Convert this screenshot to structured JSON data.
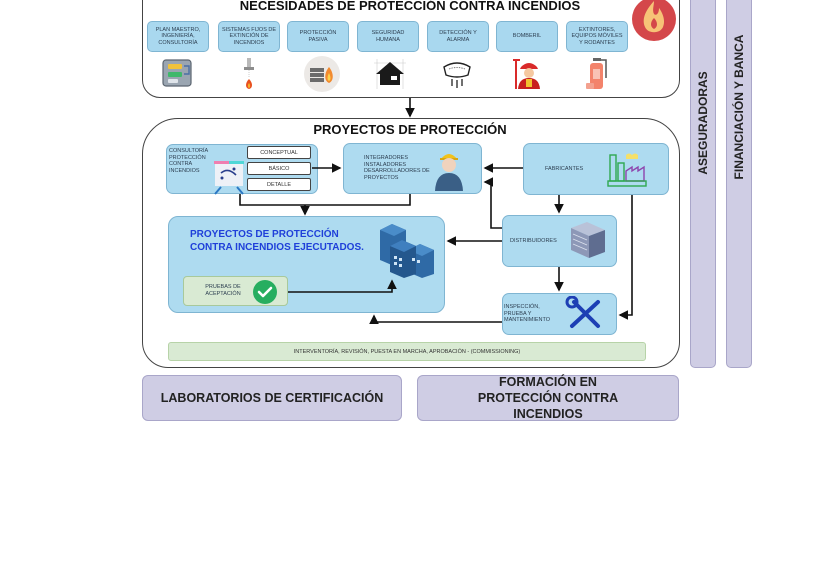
{
  "needs": {
    "title": "NECESIDADES DE PROTECCIÓN CONTRA INCENDIOS",
    "items": [
      {
        "label": "PLAN MAESTRO, INGENIERÍA, CONSULTORÍA",
        "icon": "flowchart-icon"
      },
      {
        "label": "SISTEMAS FIJOS DE EXTINCIÓN DE INCENDIOS",
        "icon": "sprinkler-icon"
      },
      {
        "label": "PROTECCIÓN PASIVA",
        "icon": "firewall-icon"
      },
      {
        "label": "SEGURIDAD HUMANA",
        "icon": "house-icon"
      },
      {
        "label": "DETECCIÓN Y ALARMA",
        "icon": "smoke-detector-icon"
      },
      {
        "label": "BOMBERIL",
        "icon": "firefighter-icon"
      },
      {
        "label": "EXTINTORES, EQUIPOS MÓVILES Y RODANTES",
        "icon": "extinguisher-icon"
      }
    ],
    "badge_icon": "flame-icon"
  },
  "projects": {
    "title": "PROYECTOS DE PROTECCIÓN",
    "consulting": {
      "label": "CONSULTORÍA PROTECCIÓN CONTRA INCENDIOS",
      "stages": [
        "CONCEPTUAL",
        "BÁSICO",
        "DETALLE"
      ]
    },
    "integrators": "INTEGRADORES INSTALADORES DESARROLLADORES DE PROYECTOS",
    "manufacturers": "FABRICANTES",
    "distributors": "DISTRIBUIDORES",
    "inspection": "INSPECCIÓN, PRUEBA Y MANTENIMIENTO",
    "executed": "PROYECTOS DE PROTECCIÓN CONTRA INCENDIOS EJECUTADOS.",
    "acceptance": "PRUEBAS DE ACEPTACIÓN",
    "commissioning": "INTERVENTORÍA, REVISIÓN, PUESTA EN MARCHA, APROBACIÓN - (COMMISSIONING)"
  },
  "bottom": {
    "labs": "LABORATORIOS DE CERTIFICACIÓN",
    "training": "FORMACIÓN EN PROTECCIÓN CONTRA INCENDIOS"
  },
  "side": {
    "insurers": "ASEGURADORAS",
    "finance": "FINANCIACIÓN Y BANCA"
  }
}
